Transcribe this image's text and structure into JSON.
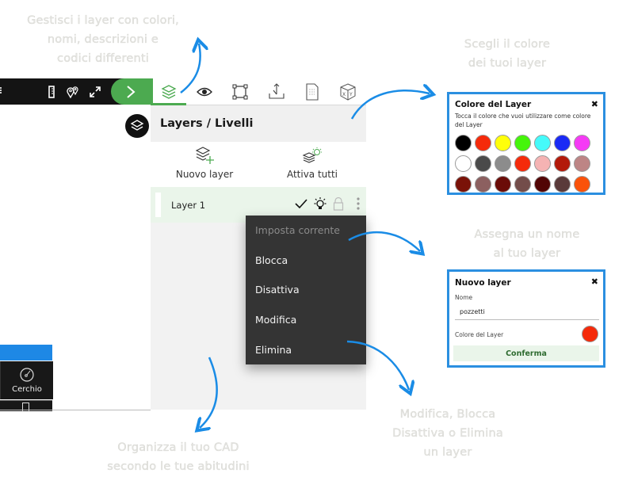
{
  "captions": {
    "top_left": [
      "Gestisci i layer con colori,",
      "nomi, descrizioni e",
      "codici differenti"
    ],
    "top_right": [
      "Scegli il colore",
      "dei tuoi layer"
    ],
    "mid_right": [
      "Assegna un nome",
      "al tuo layer"
    ],
    "bottom_right": [
      "Modifica, Blocca",
      "Disattiva o Elimina",
      "un layer"
    ],
    "bottom_center": [
      "Organizza il tuo CAD",
      "secondo le tue abitudini"
    ]
  },
  "toolbar": {
    "icons": [
      "ruler-icon",
      "map-pins-icon",
      "expand-icon"
    ],
    "toggle_icon": "chevron-right-icon"
  },
  "tabs": [
    {
      "icon": "layers-icon",
      "active": true
    },
    {
      "icon": "eye-icon",
      "active": false
    },
    {
      "icon": "selection-frame-icon",
      "active": false
    },
    {
      "icon": "export-icon",
      "active": false
    },
    {
      "icon": "document-icon",
      "active": false
    },
    {
      "icon": "xy-cube-icon",
      "active": false
    }
  ],
  "panel": {
    "title": "Layers / Livelli",
    "actions": [
      {
        "label": "Nuovo layer",
        "icon": "add-layer-icon"
      },
      {
        "label": "Attiva tutti",
        "icon": "activate-all-icon"
      }
    ],
    "layers": [
      {
        "name": "Layer 1",
        "color": "#ffffff",
        "current": true,
        "active": true,
        "locked": false
      }
    ]
  },
  "context_menu": {
    "items": [
      {
        "label": "Imposta corrente",
        "disabled": true
      },
      {
        "label": "Blocca",
        "disabled": false
      },
      {
        "label": "Disattiva",
        "disabled": false
      },
      {
        "label": "Modifica",
        "disabled": false
      },
      {
        "label": "Elimina",
        "disabled": false
      }
    ]
  },
  "sidebar": {
    "tool_label": "Cerchio"
  },
  "color_dialog": {
    "title": "Colore del Layer",
    "description": "Tocca il colore che vuoi utilizzare come colore del Layer",
    "close_icon": "close-icon",
    "colors": [
      "#000000",
      "#f52a0a",
      "#ffff0a",
      "#45f50a",
      "#45fafa",
      "#1a2af5",
      "#f53af5",
      "#ffffff",
      "#4a4a4a",
      "#8c8c8c",
      "#f52a0a",
      "#f5b3b3",
      "#b31a0a",
      "#bd8585",
      "#7a1208",
      "#8c6060",
      "#6b0c08",
      "#734d4a",
      "#520505",
      "#5a3a3a",
      "#fa520a"
    ]
  },
  "new_layer_dialog": {
    "title": "Nuovo layer",
    "name_label": "Nome",
    "name_value": "pozzetti",
    "color_label": "Colore del Layer",
    "color_value": "#f52a0a",
    "confirm_label": "Conferma"
  },
  "accent": {
    "green": "#4caa50",
    "blue": "#1e88e5",
    "arrow": "#1a8ce6"
  }
}
